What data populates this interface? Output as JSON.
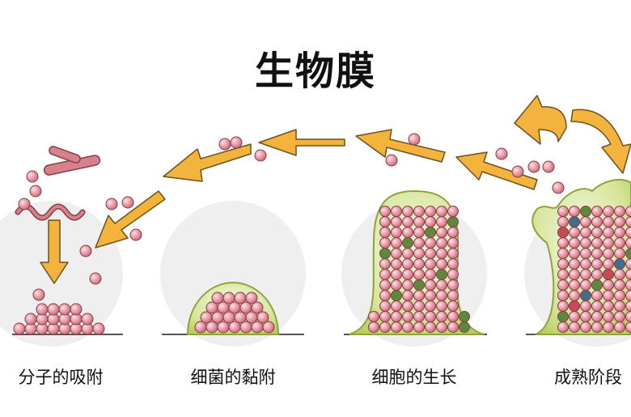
{
  "title": "生物膜",
  "stages": [
    {
      "label": "分子的吸附"
    },
    {
      "label": "细菌的黏附"
    },
    {
      "label": "细胞的生长"
    },
    {
      "label": "成熟阶段"
    }
  ],
  "colors": {
    "sphere": "#e79ba6",
    "sphere_outline": "#8a3b47",
    "biofilm": "#c9dc7d",
    "biofilm_outline": "#8da43c",
    "arrow": "#f3b33c",
    "bacteria": "#d7828b",
    "backdrop": "#efefef"
  }
}
